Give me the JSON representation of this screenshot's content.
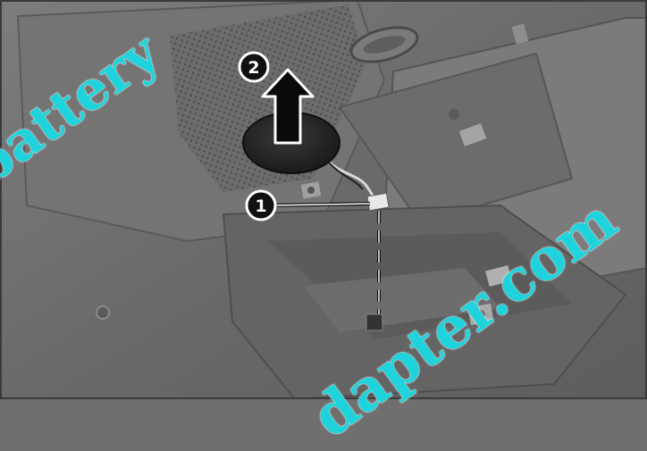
{
  "callouts": [
    {
      "label": "1"
    },
    {
      "label": "2"
    }
  ],
  "watermark": {
    "top_text": "battery",
    "bottom_text": "dapter.com",
    "color": "#1fd3dc"
  },
  "colors": {
    "chassis": "#6f6f6f",
    "chassis_light": "#8a8a8a",
    "chassis_dark": "#4f4f4f",
    "battery": "#2a2a2a",
    "callout_bg": "#111111",
    "leader": "#ffffff"
  }
}
